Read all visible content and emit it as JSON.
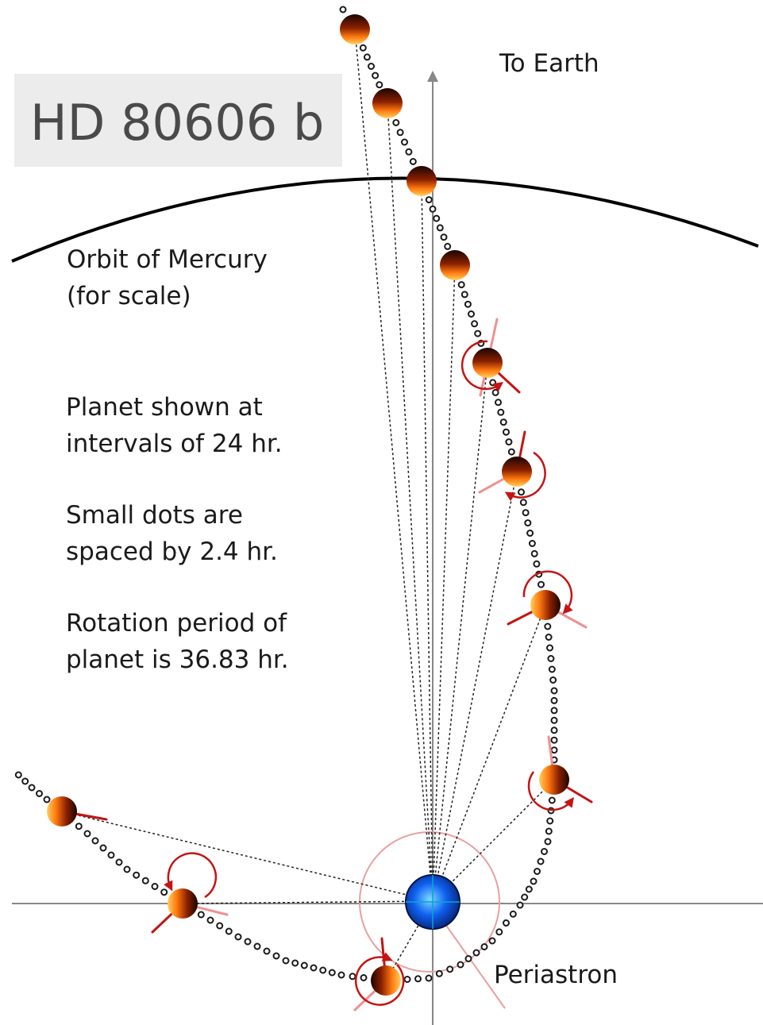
{
  "title": "HD 80606 b",
  "labels": {
    "to_earth": "To Earth",
    "mercury_orbit": [
      "Orbit of Mercury",
      "(for scale)"
    ],
    "interval_note": [
      "Planet shown at",
      "intervals of 24 hr."
    ],
    "dots_note": [
      "Small dots are",
      "spaced by 2.4 hr."
    ],
    "rotation_note": [
      "Rotation period of",
      "planet is 36.83 hr."
    ],
    "periastron": "Periastron"
  },
  "colors": {
    "star": "#1050e0",
    "planet_light": "#ffb030",
    "planet_dark": "#1a0500",
    "spin_arrow": "#c41414",
    "spin_axis_light": "#f09090",
    "axes": "#888888"
  },
  "icons": [
    "star-icon",
    "planet-icon",
    "rotation-arrow-icon"
  ]
}
